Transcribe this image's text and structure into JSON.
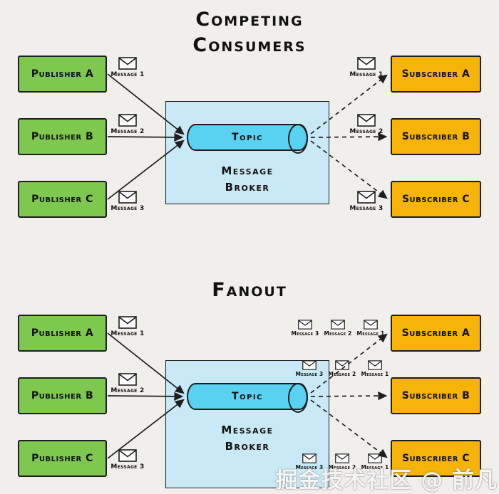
{
  "watermark": "掘金技术社区 @ 前凡",
  "colors": {
    "background": "#f1efeb",
    "publisher": "#7ec850",
    "subscriber": "#f6b40a",
    "broker-bg": "#c9e9f7",
    "topic": "#58d2f0",
    "stroke": "#1e1e1e"
  },
  "sections": [
    {
      "title_lines": [
        "Competing",
        "Consumers"
      ],
      "publishers": [
        {
          "label": "Publisher A",
          "message": "Message 1"
        },
        {
          "label": "Publisher B",
          "message": "Message 2"
        },
        {
          "label": "Publisher C",
          "message": "Message 3"
        }
      ],
      "broker": {
        "topic": "Topic",
        "label_lines": [
          "Message",
          "Broker"
        ]
      },
      "subscribers": [
        {
          "label": "Subscriber A",
          "messages": [
            "Message 1"
          ]
        },
        {
          "label": "Subscriber B",
          "messages": [
            "Message 2"
          ]
        },
        {
          "label": "Subscriber C",
          "messages": [
            "Message 3"
          ]
        }
      ]
    },
    {
      "title_lines": [
        "Fanout"
      ],
      "publishers": [
        {
          "label": "Publisher A",
          "message": "Message 1"
        },
        {
          "label": "Publisher B",
          "message": "Message 2"
        },
        {
          "label": "Publisher C",
          "message": "Message 3"
        }
      ],
      "broker": {
        "topic": "Topic",
        "label_lines": [
          "Message",
          "Broker"
        ]
      },
      "subscribers": [
        {
          "label": "Subscriber A",
          "messages": [
            "Message 3",
            "Message 2",
            "Message 1"
          ]
        },
        {
          "label": "Subscriber B",
          "messages": [
            "Message 3",
            "Message 2",
            "Message 1"
          ]
        },
        {
          "label": "Subscriber C",
          "messages": [
            "Message 3",
            "Message 2",
            "Message 1"
          ]
        }
      ]
    }
  ]
}
